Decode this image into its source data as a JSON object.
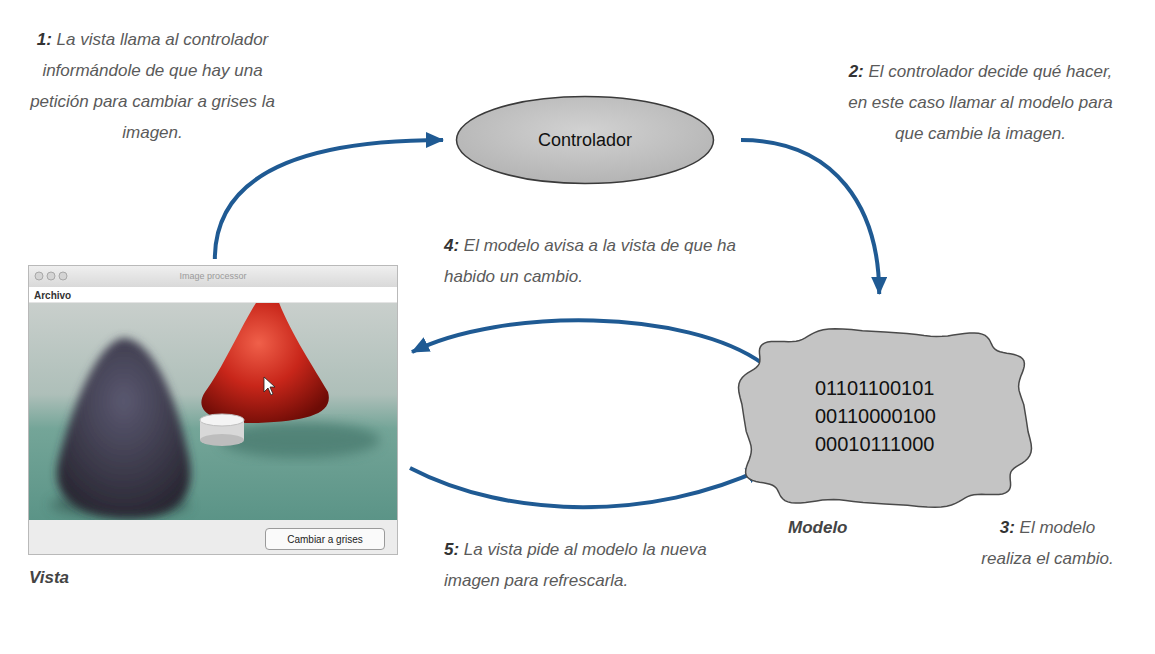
{
  "diagram": {
    "nodes": [
      {
        "text": [
          "Controlador"
        ]
      },
      {
        "text": [
          "Image processor",
          "Archivo",
          "Vista"
        ]
      },
      {
        "text": [
          "Cambiar a grises"
        ],
        "in": 1
      },
      {
        "text": [
          "01101100101 00110000100 00010111000",
          "Modelo"
        ]
      }
    ],
    "edges": [
      {
        "from": 1,
        "to": 0,
        "arrow": "to",
        "label": "1: La vista llama al controlador informándole de que hay una petición para cambiar a grises la imagen."
      },
      {
        "from": 0,
        "to": 3,
        "arrow": "to",
        "label": "2: El controlador decide qué hacer, en este caso llamar al modelo para que cambie la imagen."
      },
      {
        "from": 3,
        "to": 1,
        "arrow": "to",
        "label": "4: El modelo avisa a la vista de que ha habido un cambio."
      },
      {
        "from": 1,
        "to": 3,
        "arrow": "to",
        "label": "5: La vista pide al modelo la nueva imagen para refrescarla."
      }
    ],
    "labels": [
      "3: El modelo realiza el cambio."
    ]
  }
}
